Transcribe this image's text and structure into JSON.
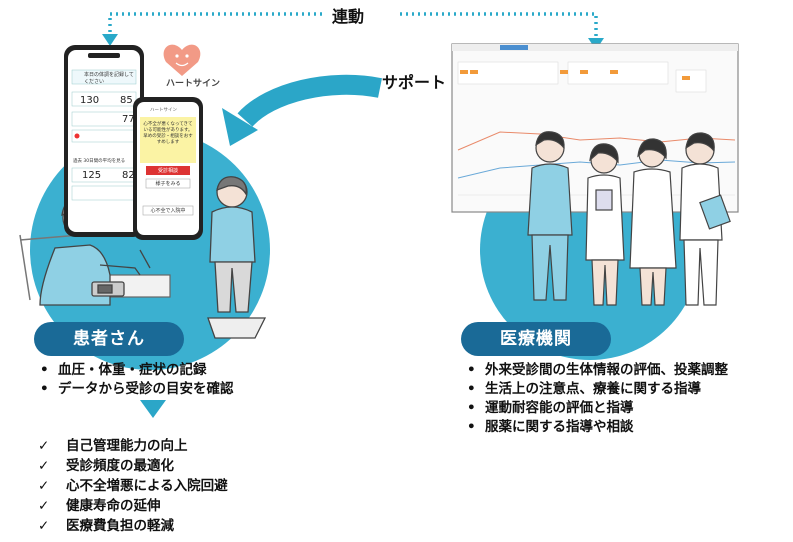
{
  "top_label": "連動",
  "support_label": "サポート",
  "patient": {
    "title": "患者さん",
    "items": [
      "血圧・体重・症状の記録",
      "データから受診の目安を確認"
    ],
    "benefits": [
      "自己管理能力の向上",
      "受診頻度の最適化",
      "心不全増悪による入院回避",
      "健康寿命の延伸",
      "医療費負担の軽減"
    ]
  },
  "institution": {
    "title": "医療機関",
    "items": [
      "外来受診間の生体情報の評価、投薬調整",
      "生活上の注意点、療養に関する指導",
      "運動耐容能の評価と指導",
      "服薬に関する指導や相談"
    ]
  },
  "app": {
    "brand": "ハートサイン",
    "phone1": {
      "prompt": "本日の体調を記録してください",
      "bp1_sys": "130",
      "bp1_dia": "85",
      "weight": "77",
      "summary_title": "過去 30日間の平均を見る",
      "bp2_sys": "125",
      "bp2_dia": "82"
    },
    "phone2": {
      "header": "ハートサイン",
      "message": "心不全が悪くなってきている可能性があります。早めの受診・相談をおすすめします",
      "btn_primary": "受診相談",
      "btn_secondary": "様子をみる",
      "btn_bottom": "心不全で入院中"
    }
  },
  "colors": {
    "accent_blue": "#1a6a97",
    "circle_cyan": "#3bb0d0",
    "arrow_cyan": "#2ba6c8"
  }
}
